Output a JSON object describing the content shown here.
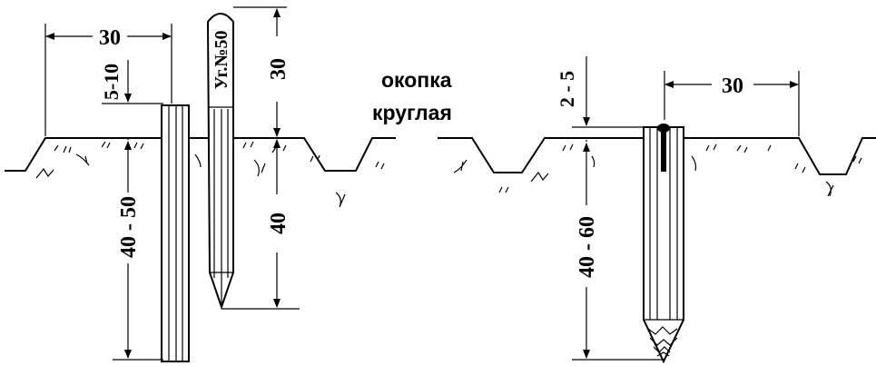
{
  "left": {
    "dim_spacing": "30",
    "dim_stake_above": "5-10",
    "dim_stake_depth": "40 - 50",
    "dim_peg_above": "30",
    "dim_peg_depth": "40",
    "peg_label": "Уг.№50"
  },
  "caption": {
    "line1": "окопка",
    "line2": "круглая"
  },
  "right": {
    "dim_above": "2 - 5",
    "dim_spacing": "30",
    "dim_depth": "40 - 60"
  }
}
